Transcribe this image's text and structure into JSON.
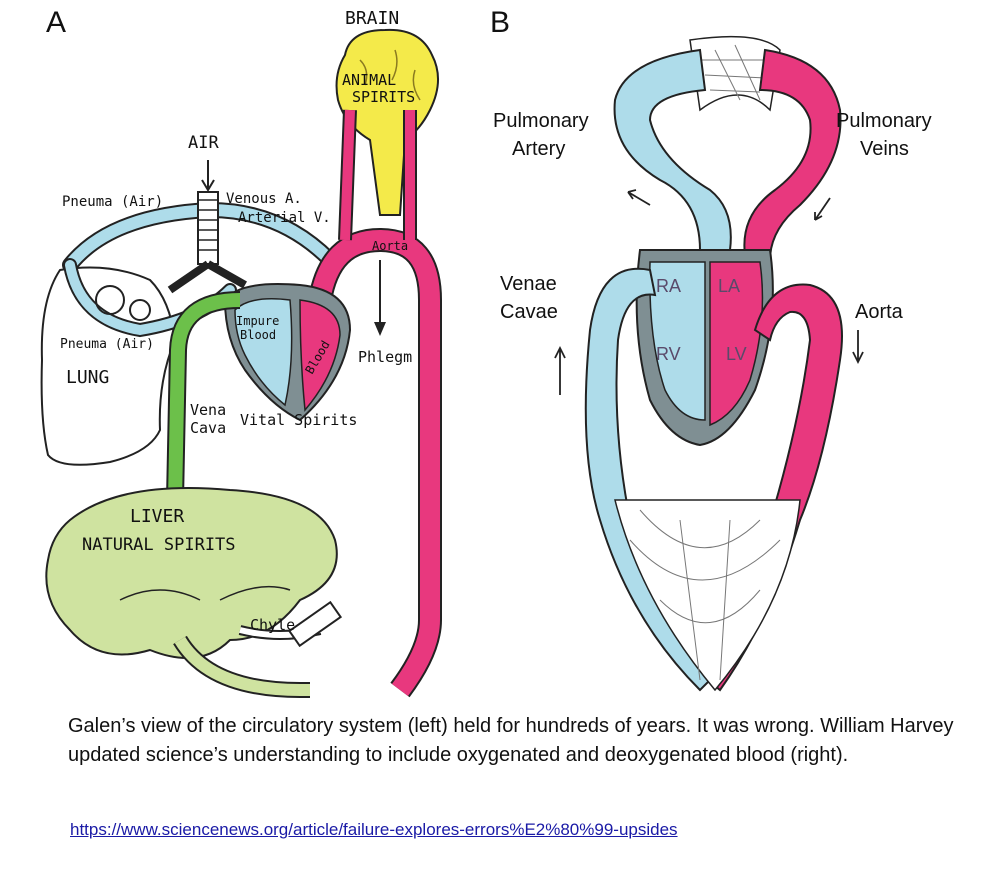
{
  "panel_a": {
    "letter": "A",
    "labels": {
      "brain": "BRAIN",
      "animal": "ANIMAL",
      "spirits": "SPIRITS",
      "air": "AIR",
      "pneuma_air_top": "Pneuma (Air)",
      "venous_a": "Venous A.",
      "arterial_v": "Arterial V.",
      "aorta": "Aorta",
      "impure": "Impure",
      "blood1": "Blood",
      "blood2": "Blood",
      "pneuma_air_lung": "Pneuma (Air)",
      "lung": "LUNG",
      "phlegm": "Phlegm",
      "vena": "Vena",
      "cava": "Cava",
      "vital_spirits": "Vital Spirits",
      "liver": "LIVER",
      "natural_spirits": "NATURAL SPIRITS",
      "chyle": "Chyle"
    }
  },
  "panel_b": {
    "letter": "B",
    "labels": {
      "pulmonary_artery_1": "Pulmonary",
      "pulmonary_artery_2": "Artery",
      "pulmonary_veins_1": "Pulmonary",
      "pulmonary_veins_2": "Veins",
      "venae_1": "Venae",
      "venae_2": "Cavae",
      "aorta": "Aorta",
      "ra": "RA",
      "la": "LA",
      "rv": "RV",
      "lv": "LV"
    }
  },
  "colors": {
    "deoxygenated": "#aedcea",
    "oxygenated": "#e8387e",
    "brain": "#f4ea4a",
    "liver": "#cfe3a0",
    "vena_cava": "#6cc04a",
    "heart_wall": "#7f8f93"
  },
  "caption": "Galen’s view of the circulatory system (left) held for hundreds of years. It was wrong. William Harvey updated science’s understanding to include oxygenated and deoxygenated blood (right).",
  "source_link": "https://www.sciencenews.org/article/failure-explores-errors%E2%80%99-upsides"
}
